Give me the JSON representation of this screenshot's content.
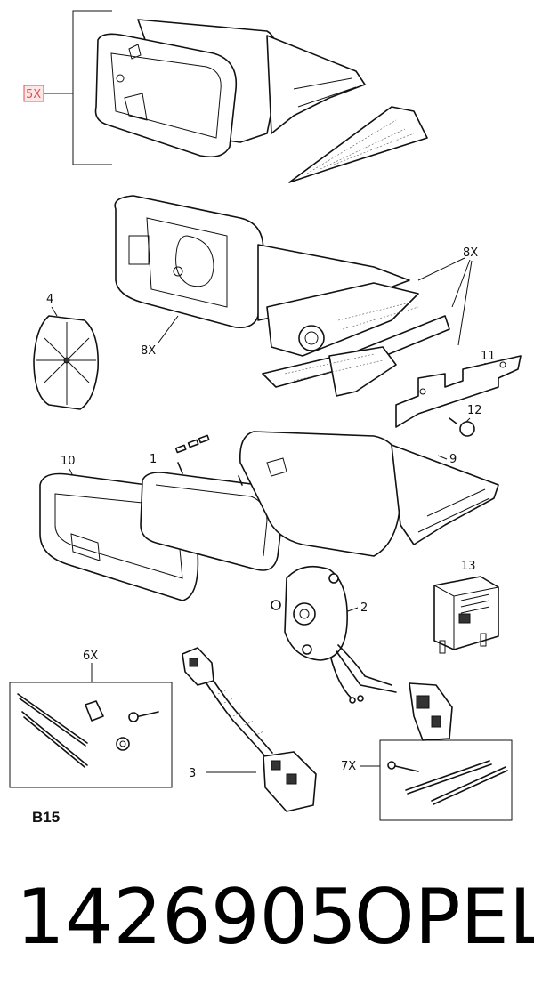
{
  "callouts": {
    "c5x": "5X",
    "c8x_top": "8X",
    "c4": "4",
    "c8x_left": "8X",
    "c11": "11",
    "c12": "12",
    "c10": "10",
    "c1": "1",
    "c9": "9",
    "c13": "13",
    "c2": "2",
    "c6x": "6X",
    "c3": "3",
    "c7x": "7X"
  },
  "section_label": "B15",
  "part_number": "1426905",
  "brand": "OPEL",
  "colors": {
    "line": "#111111",
    "highlight_box": "#e05050",
    "background": "#ffffff"
  }
}
